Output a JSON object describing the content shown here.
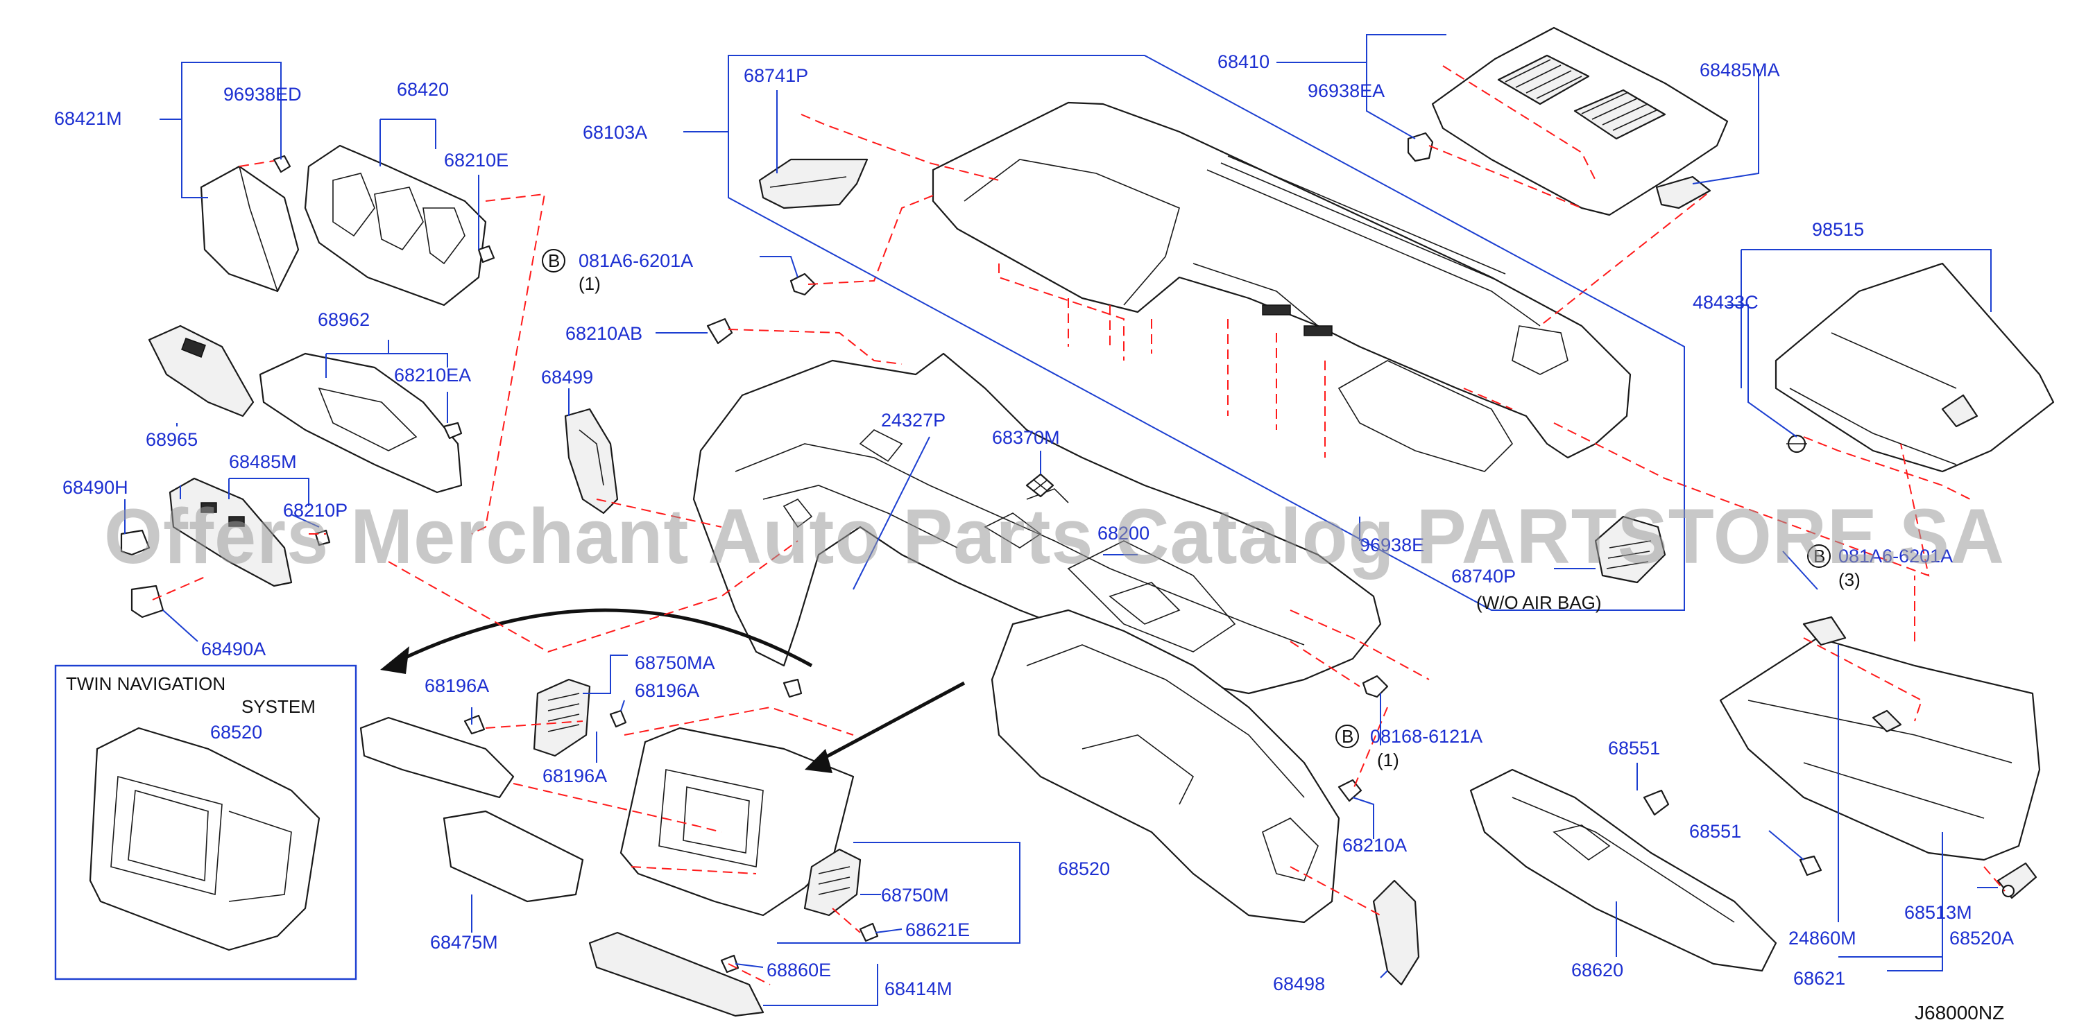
{
  "diagram_code": "J68000NZ",
  "watermark": "Offers Merchant Auto Parts Catalog PARTSTORE.SA",
  "inset": {
    "title_line1": "TWIN   NAVIGATION",
    "title_line2": "SYSTEM",
    "part": "68520"
  },
  "note_wo_airbag": "(W/O   AIR   BAG)",
  "bolt_marker": "B",
  "bolts": [
    {
      "pn": "081A6-6201A",
      "qty": "(1)"
    },
    {
      "pn": "081A6-6201A",
      "qty": "(3)"
    },
    {
      "pn": "08168-6121A",
      "qty": "(1)"
    }
  ],
  "parts": {
    "p68421M": "68421M",
    "p96938ED": "96938ED",
    "p68420": "68420",
    "p68210E": "68210E",
    "p68962": "68962",
    "p68210EA": "68210EA",
    "p68965": "68965",
    "p68485M": "68485M",
    "p68490H": "68490H",
    "p68210P": "68210P",
    "p68490A": "68490A",
    "p68741P": "68741P",
    "p68103A": "68103A",
    "p68210AB": "68210AB",
    "p68499": "68499",
    "p24327P": "24327P",
    "p68370M": "68370M",
    "p68200": "68200",
    "p96938E": "96938E",
    "p68410": "68410",
    "p96938EA": "96938EA",
    "p68485MA": "68485MA",
    "p98515": "98515",
    "p48433C": "48433C",
    "p68740P": "68740P",
    "p68196A_1": "68196A",
    "p68750MA": "68750MA",
    "p68196A_2": "68196A",
    "p68196A_3": "68196A",
    "p68475M": "68475M",
    "p68520": "68520",
    "p68750M": "68750M",
    "p68621E": "68621E",
    "p68860E": "68860E",
    "p68414M": "68414M",
    "p68210A": "68210A",
    "p68498": "68498",
    "p68551_1": "68551",
    "p68551_2": "68551",
    "p68620": "68620",
    "p24860M": "24860M",
    "p68513M": "68513M",
    "p68520A": "68520A",
    "p68621": "68621"
  }
}
